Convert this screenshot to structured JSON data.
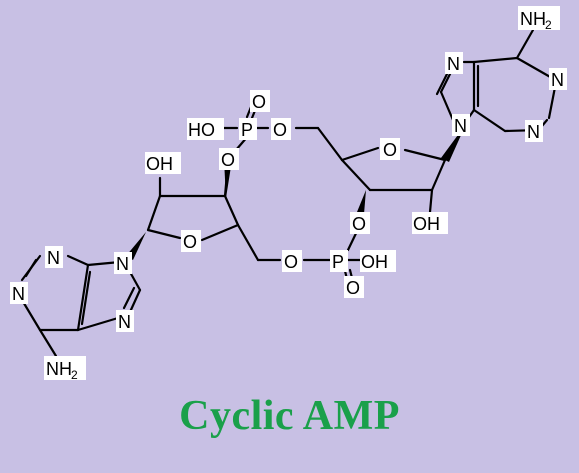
{
  "title": "Cyclic AMP",
  "colors": {
    "background": "#c8c0e4",
    "title": "#1aa04a",
    "bond": "#000000",
    "atom_label_bg": "#ffffff"
  },
  "atoms": {
    "nh2_top": "NH",
    "nh2_top_sub": "2",
    "n_top_1": "N",
    "n_top_3": "N",
    "n_top_7": "N",
    "n_top_9": "N",
    "o_ring_right": "O",
    "oh_right": "OH",
    "o_phos_right_ester": "O",
    "p_right": "P",
    "o_right_double": "O",
    "oh_p_right": "OH",
    "o_right_ester_2": "O",
    "ho_p_left": "HO",
    "p_left": "P",
    "o_left_double": "O",
    "o_left_ester": "O",
    "o_left_ester_2": "O",
    "oh_left": "OH",
    "o_ring_left": "O",
    "n_bot_9": "N",
    "n_bot_3": "N",
    "n_bot_1": "N",
    "n_bot_7": "N",
    "nh2_bot": "NH",
    "nh2_bot_sub": "2"
  }
}
